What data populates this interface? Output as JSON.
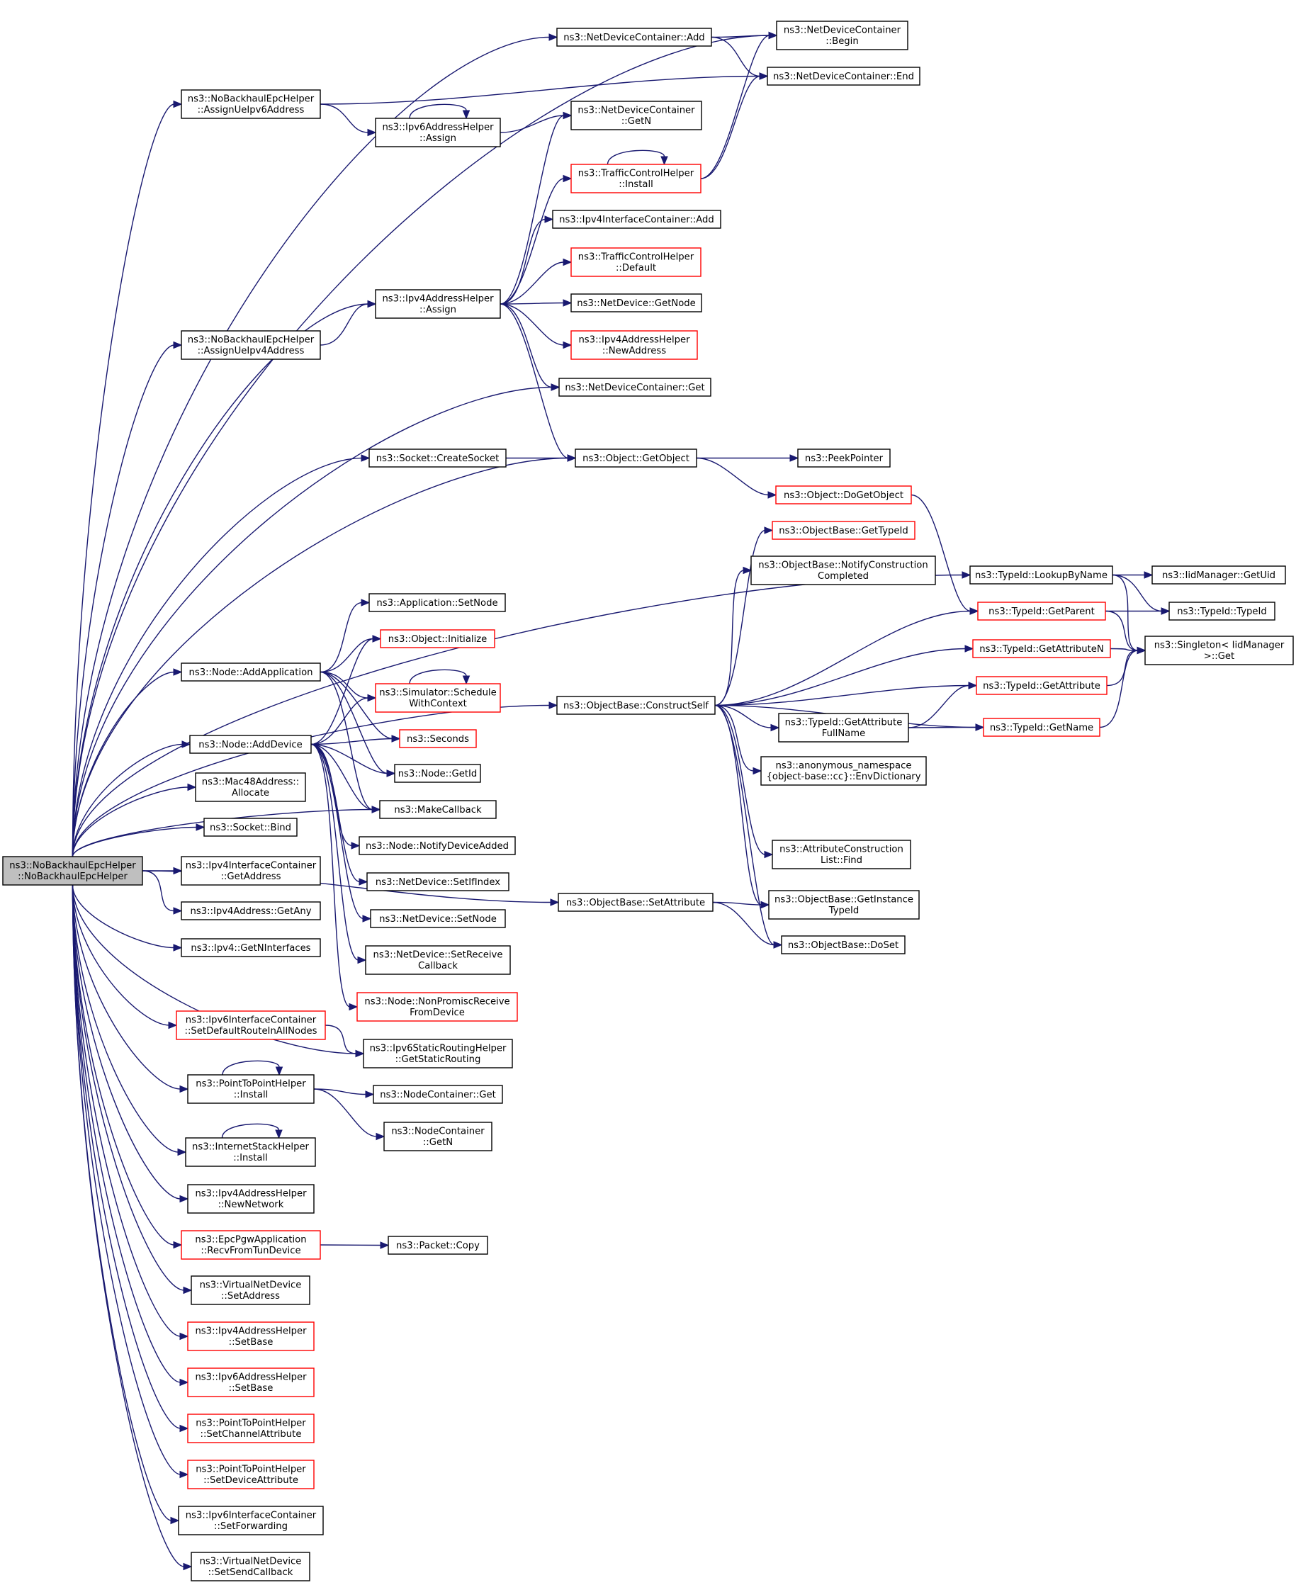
{
  "colors": {
    "edge": "#191970",
    "box_border": "#000000",
    "box_border_partial": "#ff0000",
    "root_fill": "#bfbfbf",
    "box_fill": "#ffffff"
  },
  "nodes": [
    {
      "id": "root",
      "lines": [
        "ns3::NoBackhaulEpcHelper",
        "::NoBackhaulEpcHelper"
      ],
      "style": "root"
    },
    {
      "id": "ndc_add",
      "lines": [
        "ns3::NetDeviceContainer::Add"
      ],
      "style": "black"
    },
    {
      "id": "ndc_begin",
      "lines": [
        "ns3::NetDeviceContainer",
        "::Begin"
      ],
      "style": "black"
    },
    {
      "id": "ndc_end",
      "lines": [
        "ns3::NetDeviceContainer::End"
      ],
      "style": "black"
    },
    {
      "id": "assign_v6",
      "lines": [
        "ns3::NoBackhaulEpcHelper",
        "::AssignUeIpv6Address"
      ],
      "style": "black"
    },
    {
      "id": "ipv6ah_assign",
      "lines": [
        "ns3::Ipv6AddressHelper",
        "::Assign"
      ],
      "style": "black"
    },
    {
      "id": "ndc_getn",
      "lines": [
        "ns3::NetDeviceContainer",
        "::GetN"
      ],
      "style": "black"
    },
    {
      "id": "tch_install",
      "lines": [
        "ns3::TrafficControlHelper",
        "::Install"
      ],
      "style": "red"
    },
    {
      "id": "ipv4ic_add",
      "lines": [
        "ns3::Ipv4InterfaceContainer::Add"
      ],
      "style": "black"
    },
    {
      "id": "tch_default",
      "lines": [
        "ns3::TrafficControlHelper",
        "::Default"
      ],
      "style": "red"
    },
    {
      "id": "ipv4ah_assign",
      "lines": [
        "ns3::Ipv4AddressHelper",
        "::Assign"
      ],
      "style": "black"
    },
    {
      "id": "nd_getnode",
      "lines": [
        "ns3::NetDevice::GetNode"
      ],
      "style": "black"
    },
    {
      "id": "assign_v4",
      "lines": [
        "ns3::NoBackhaulEpcHelper",
        "::AssignUeIpv4Address"
      ],
      "style": "black"
    },
    {
      "id": "ipv4ah_newaddr",
      "lines": [
        "ns3::Ipv4AddressHelper",
        "::NewAddress"
      ],
      "style": "red"
    },
    {
      "id": "ndc_get",
      "lines": [
        "ns3::NetDeviceContainer::Get"
      ],
      "style": "black"
    },
    {
      "id": "socket_create",
      "lines": [
        "ns3::Socket::CreateSocket"
      ],
      "style": "black"
    },
    {
      "id": "obj_getobject",
      "lines": [
        "ns3::Object::GetObject"
      ],
      "style": "black"
    },
    {
      "id": "peekpointer",
      "lines": [
        "ns3::PeekPointer"
      ],
      "style": "black"
    },
    {
      "id": "obj_dogetobject",
      "lines": [
        "ns3::Object::DoGetObject"
      ],
      "style": "red"
    },
    {
      "id": "ob_gettypeid",
      "lines": [
        "ns3::ObjectBase::GetTypeId"
      ],
      "style": "red"
    },
    {
      "id": "ob_notify",
      "lines": [
        "ns3::ObjectBase::NotifyConstruction",
        "Completed"
      ],
      "style": "black"
    },
    {
      "id": "tid_lookup",
      "lines": [
        "ns3::TypeId::LookupByName"
      ],
      "style": "black"
    },
    {
      "id": "iid_getuid",
      "lines": [
        "ns3::IidManager::GetUid"
      ],
      "style": "black"
    },
    {
      "id": "app_setnode",
      "lines": [
        "ns3::Application::SetNode"
      ],
      "style": "black"
    },
    {
      "id": "tid_getparent",
      "lines": [
        "ns3::TypeId::GetParent"
      ],
      "style": "red"
    },
    {
      "id": "tid_typeid",
      "lines": [
        "ns3::TypeId::TypeId"
      ],
      "style": "black"
    },
    {
      "id": "obj_initialize",
      "lines": [
        "ns3::Object::Initialize"
      ],
      "style": "red"
    },
    {
      "id": "tid_getattrn",
      "lines": [
        "ns3::TypeId::GetAttributeN"
      ],
      "style": "red"
    },
    {
      "id": "singleton_get",
      "lines": [
        "ns3::Singleton< IidManager",
        "  >::Get"
      ],
      "style": "black"
    },
    {
      "id": "node_addapp",
      "lines": [
        "ns3::Node::AddApplication"
      ],
      "style": "black"
    },
    {
      "id": "sim_schedule",
      "lines": [
        "ns3::Simulator::Schedule",
        "WithContext"
      ],
      "style": "red"
    },
    {
      "id": "ob_constructself",
      "lines": [
        "ns3::ObjectBase::ConstructSelf"
      ],
      "style": "black"
    },
    {
      "id": "tid_getattr",
      "lines": [
        "ns3::TypeId::GetAttribute"
      ],
      "style": "red"
    },
    {
      "id": "tid_getattrfull",
      "lines": [
        "ns3::TypeId::GetAttribute",
        "FullName"
      ],
      "style": "black"
    },
    {
      "id": "tid_getname",
      "lines": [
        "ns3::TypeId::GetName"
      ],
      "style": "red"
    },
    {
      "id": "node_adddevice",
      "lines": [
        "ns3::Node::AddDevice"
      ],
      "style": "black"
    },
    {
      "id": "seconds",
      "lines": [
        "ns3::Seconds"
      ],
      "style": "red"
    },
    {
      "id": "mac48_alloc",
      "lines": [
        "ns3::Mac48Address::",
        "Allocate"
      ],
      "style": "black"
    },
    {
      "id": "node_getid",
      "lines": [
        "ns3::Node::GetId"
      ],
      "style": "black"
    },
    {
      "id": "anon_envdict",
      "lines": [
        "ns3::anonymous_namespace",
        "{object-base::cc}::EnvDictionary"
      ],
      "style": "black"
    },
    {
      "id": "makecallback",
      "lines": [
        "ns3::MakeCallback"
      ],
      "style": "black"
    },
    {
      "id": "socket_bind",
      "lines": [
        "ns3::Socket::Bind"
      ],
      "style": "black"
    },
    {
      "id": "node_notifydev",
      "lines": [
        "ns3::Node::NotifyDeviceAdded"
      ],
      "style": "black"
    },
    {
      "id": "acl_find",
      "lines": [
        "ns3::AttributeConstruction",
        "List::Find"
      ],
      "style": "black"
    },
    {
      "id": "ipv4ic_getaddr",
      "lines": [
        "ns3::Ipv4InterfaceContainer",
        "::GetAddress"
      ],
      "style": "black"
    },
    {
      "id": "nd_setifindex",
      "lines": [
        "ns3::NetDevice::SetIfIndex"
      ],
      "style": "black"
    },
    {
      "id": "ob_setattr",
      "lines": [
        "ns3::ObjectBase::SetAttribute"
      ],
      "style": "black"
    },
    {
      "id": "ob_getinstance",
      "lines": [
        "ns3::ObjectBase::GetInstance",
        "TypeId"
      ],
      "style": "black"
    },
    {
      "id": "ipv4addr_getany",
      "lines": [
        "ns3::Ipv4Address::GetAny"
      ],
      "style": "black"
    },
    {
      "id": "nd_setnode",
      "lines": [
        "ns3::NetDevice::SetNode"
      ],
      "style": "black"
    },
    {
      "id": "ob_doset",
      "lines": [
        "ns3::ObjectBase::DoSet"
      ],
      "style": "black"
    },
    {
      "id": "ipv4_getnif",
      "lines": [
        "ns3::Ipv4::GetNInterfaces"
      ],
      "style": "black"
    },
    {
      "id": "nd_setrecvcb",
      "lines": [
        "ns3::NetDevice::SetReceive",
        "Callback"
      ],
      "style": "black"
    },
    {
      "id": "node_nonpromisc",
      "lines": [
        "ns3::Node::NonPromiscReceive",
        "FromDevice"
      ],
      "style": "red"
    },
    {
      "id": "ipv6ic_setdefroute",
      "lines": [
        "ns3::Ipv6InterfaceContainer",
        "::SetDefaultRouteInAllNodes"
      ],
      "style": "red"
    },
    {
      "id": "ipv6srh_getstatic",
      "lines": [
        "ns3::Ipv6StaticRoutingHelper",
        "::GetStaticRouting"
      ],
      "style": "black"
    },
    {
      "id": "p2p_install",
      "lines": [
        "ns3::PointToPointHelper",
        "::Install"
      ],
      "style": "black"
    },
    {
      "id": "nc_get",
      "lines": [
        "ns3::NodeContainer::Get"
      ],
      "style": "black"
    },
    {
      "id": "nc_getn",
      "lines": [
        "ns3::NodeContainer",
        "::GetN"
      ],
      "style": "black"
    },
    {
      "id": "ish_install",
      "lines": [
        "ns3::InternetStackHelper",
        "::Install"
      ],
      "style": "black"
    },
    {
      "id": "ipv4ah_newnet",
      "lines": [
        "ns3::Ipv4AddressHelper",
        "::NewNetwork"
      ],
      "style": "black"
    },
    {
      "id": "pgw_recv",
      "lines": [
        "ns3::EpcPgwApplication",
        "::RecvFromTunDevice"
      ],
      "style": "red"
    },
    {
      "id": "packet_copy",
      "lines": [
        "ns3::Packet::Copy"
      ],
      "style": "black"
    },
    {
      "id": "vnd_setaddr",
      "lines": [
        "ns3::VirtualNetDevice",
        "::SetAddress"
      ],
      "style": "black"
    },
    {
      "id": "ipv4ah_setbase",
      "lines": [
        "ns3::Ipv4AddressHelper",
        "::SetBase"
      ],
      "style": "red"
    },
    {
      "id": "ipv6ah_setbase",
      "lines": [
        "ns3::Ipv6AddressHelper",
        "::SetBase"
      ],
      "style": "red"
    },
    {
      "id": "p2p_setchan",
      "lines": [
        "ns3::PointToPointHelper",
        "::SetChannelAttribute"
      ],
      "style": "red"
    },
    {
      "id": "p2p_setdev",
      "lines": [
        "ns3::PointToPointHelper",
        "::SetDeviceAttribute"
      ],
      "style": "red"
    },
    {
      "id": "ipv6ic_setfwd",
      "lines": [
        "ns3::Ipv6InterfaceContainer",
        "::SetForwarding"
      ],
      "style": "black"
    },
    {
      "id": "vnd_setsendcb",
      "lines": [
        "ns3::VirtualNetDevice",
        "::SetSendCallback"
      ],
      "style": "black"
    }
  ]
}
